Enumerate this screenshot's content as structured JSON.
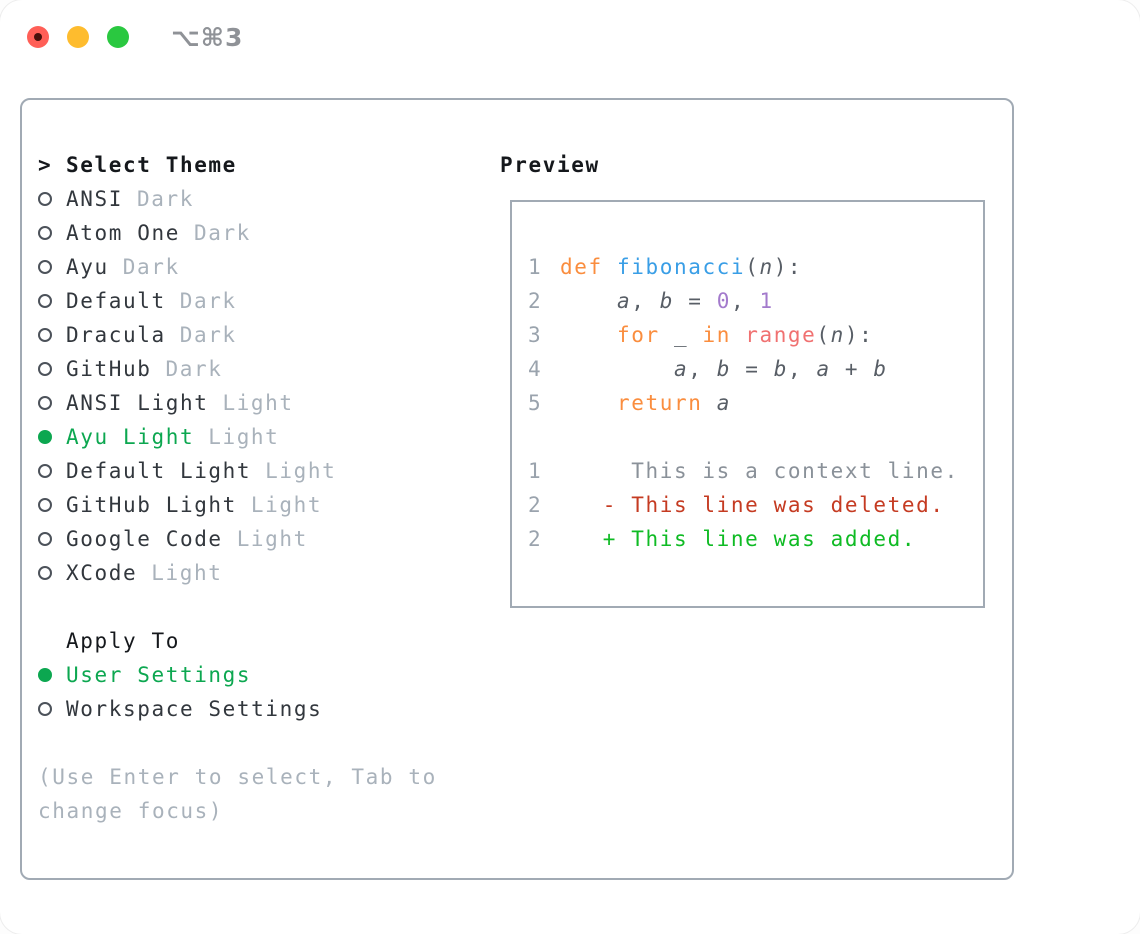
{
  "window": {
    "title": "⌥⌘3",
    "traffic_lights": [
      "close",
      "minimize",
      "zoom"
    ]
  },
  "theme_panel": {
    "prompt": ">",
    "header": "Select Theme",
    "items": [
      {
        "name": "ANSI",
        "variant": "Dark",
        "selected": false
      },
      {
        "name": "Atom One",
        "variant": "Dark",
        "selected": false
      },
      {
        "name": "Ayu",
        "variant": "Dark",
        "selected": false
      },
      {
        "name": "Default",
        "variant": "Dark",
        "selected": false
      },
      {
        "name": "Dracula",
        "variant": "Dark",
        "selected": false
      },
      {
        "name": "GitHub",
        "variant": "Dark",
        "selected": false
      },
      {
        "name": "ANSI Light",
        "variant": "Light",
        "selected": false
      },
      {
        "name": "Ayu Light",
        "variant": "Light",
        "selected": true
      },
      {
        "name": "Default Light",
        "variant": "Light",
        "selected": false
      },
      {
        "name": "GitHub Light",
        "variant": "Light",
        "selected": false
      },
      {
        "name": "Google Code",
        "variant": "Light",
        "selected": false
      },
      {
        "name": "XCode",
        "variant": "Light",
        "selected": false
      }
    ],
    "apply_to": {
      "header": "Apply To",
      "options": [
        {
          "name": "User Settings",
          "selected": true
        },
        {
          "name": "Workspace Settings",
          "selected": false
        }
      ]
    },
    "hint_line1": "(Use Enter to select, Tab to",
    "hint_line2": "change focus)"
  },
  "preview": {
    "header": "Preview",
    "code": [
      {
        "num": "1",
        "tokens": [
          {
            "t": "kw",
            "s": "def"
          },
          {
            "t": "pl",
            "s": " "
          },
          {
            "t": "fn",
            "s": "fibonacci"
          },
          {
            "t": "pl",
            "s": "("
          },
          {
            "t": "var",
            "s": "n"
          },
          {
            "t": "pl",
            "s": "):"
          }
        ]
      },
      {
        "num": "2",
        "tokens": [
          {
            "t": "pl",
            "s": "    "
          },
          {
            "t": "var",
            "s": "a"
          },
          {
            "t": "pl",
            "s": ", "
          },
          {
            "t": "var",
            "s": "b"
          },
          {
            "t": "pl",
            "s": " = "
          },
          {
            "t": "const",
            "s": "0"
          },
          {
            "t": "pl",
            "s": ", "
          },
          {
            "t": "const",
            "s": "1"
          }
        ]
      },
      {
        "num": "3",
        "tokens": [
          {
            "t": "pl",
            "s": "    "
          },
          {
            "t": "kw",
            "s": "for"
          },
          {
            "t": "pl",
            "s": " _ "
          },
          {
            "t": "kw",
            "s": "in"
          },
          {
            "t": "pl",
            "s": " "
          },
          {
            "t": "call",
            "s": "range"
          },
          {
            "t": "pl",
            "s": "("
          },
          {
            "t": "var",
            "s": "n"
          },
          {
            "t": "pl",
            "s": "):"
          }
        ]
      },
      {
        "num": "4",
        "tokens": [
          {
            "t": "pl",
            "s": "        "
          },
          {
            "t": "var",
            "s": "a"
          },
          {
            "t": "pl",
            "s": ", "
          },
          {
            "t": "var",
            "s": "b"
          },
          {
            "t": "pl",
            "s": " = "
          },
          {
            "t": "var",
            "s": "b"
          },
          {
            "t": "pl",
            "s": ", "
          },
          {
            "t": "var",
            "s": "a"
          },
          {
            "t": "pl",
            "s": " + "
          },
          {
            "t": "var",
            "s": "b"
          }
        ]
      },
      {
        "num": "5",
        "tokens": [
          {
            "t": "pl",
            "s": "    "
          },
          {
            "t": "kw",
            "s": "return"
          },
          {
            "t": "pl",
            "s": " "
          },
          {
            "t": "var",
            "s": "a"
          }
        ]
      },
      {
        "num": "",
        "tokens": []
      },
      {
        "num": "1",
        "tokens": [
          {
            "t": "ctx",
            "s": "     This is a context line."
          }
        ]
      },
      {
        "num": "2",
        "tokens": [
          {
            "t": "del",
            "s": "   - This line was deleted."
          }
        ]
      },
      {
        "num": "2",
        "tokens": [
          {
            "t": "add",
            "s": "   + This line was added."
          }
        ]
      }
    ]
  },
  "colors": {
    "selection_green": "#0ca750",
    "diff_deleted_red": "#c53b22",
    "diff_added_green": "#0fbb24",
    "keyword_orange": "#fa8d3e",
    "function_blue": "#399ee6",
    "call_coral": "#f07171",
    "constant_purple": "#a37acc",
    "code_text": "#585e66",
    "muted_gray": "#a9b2bb",
    "line_number_gray": "#9aa3ad",
    "border_gray": "#a1aab4",
    "traffic_red": "#ff5f57",
    "traffic_yellow": "#febc2e",
    "traffic_green": "#2ac840"
  }
}
